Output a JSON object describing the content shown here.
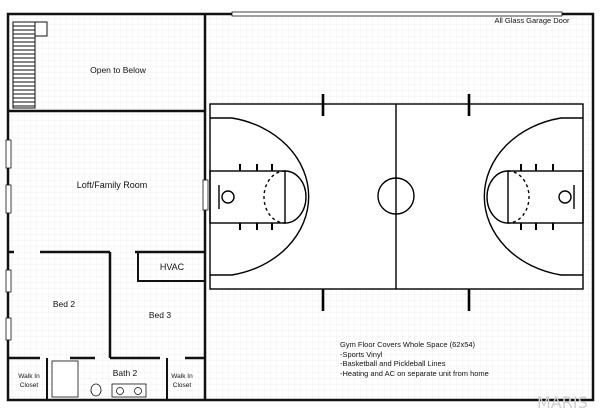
{
  "rooms": {
    "open_to_below": "Open to Below",
    "loft": "Loft/Family Room",
    "hvac": "HVAC",
    "bed2": "Bed 2",
    "bed3": "Bed 3",
    "bath2": "Bath 2",
    "walkin_left": [
      "Walk In",
      "Closet"
    ],
    "walkin_right": [
      "Walk In",
      "Closet"
    ],
    "garage_door": "All Glass Garage Door"
  },
  "gym_notes": {
    "title": "Gym Floor Covers Whole Space (62x54)",
    "items": [
      "-Sports Vinyl",
      "-Basketball and Pickleball Lines",
      "-Heating and AC on separate unit from home"
    ]
  },
  "watermark": "MARIS",
  "colors": {
    "wall": "#111111",
    "grid": "#e6e6e6",
    "court_line": "#000000"
  }
}
